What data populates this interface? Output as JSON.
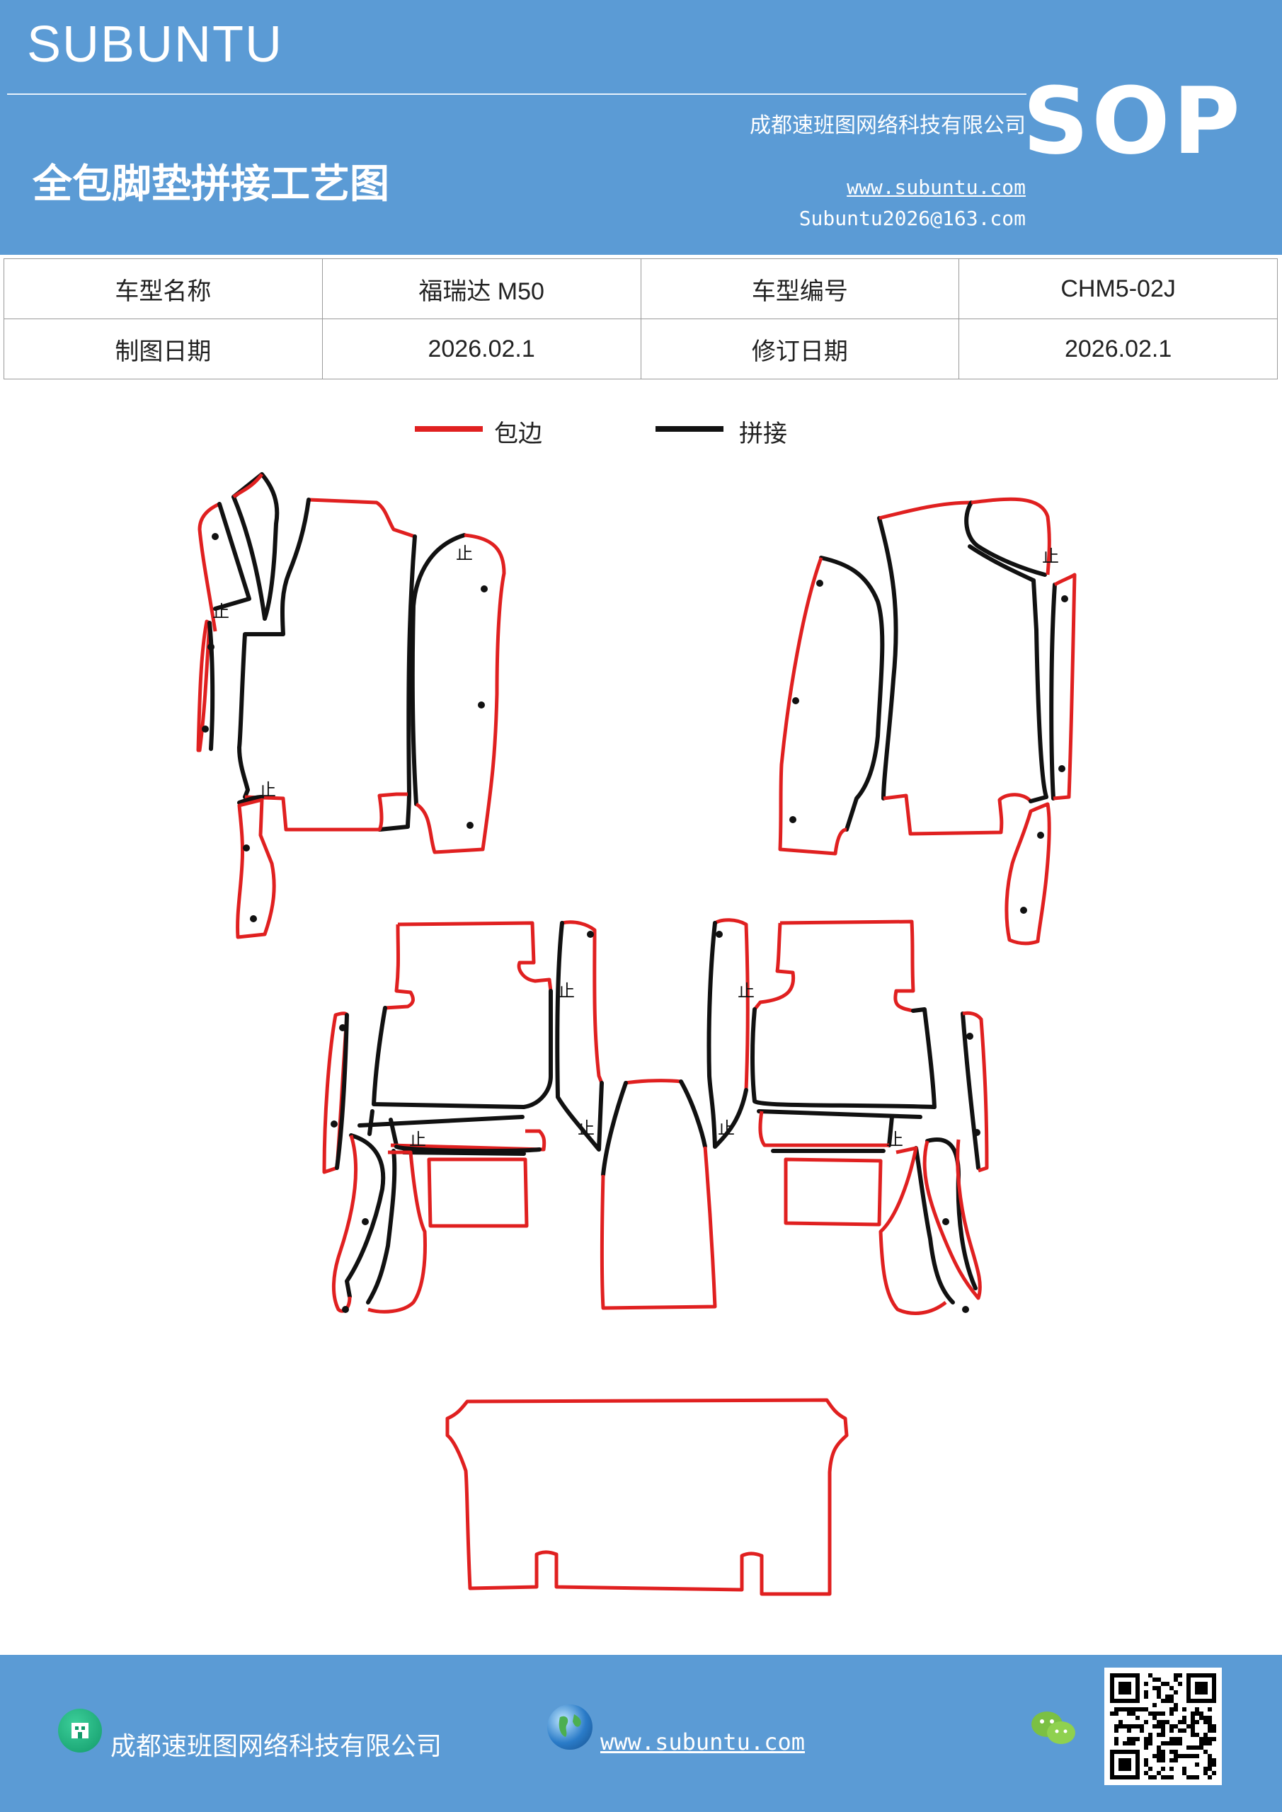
{
  "header": {
    "brand": "SUBUNTU",
    "company": "成都速班图网络科技有限公司",
    "title": "全包脚垫拼接工艺图",
    "website": "www.subuntu.com",
    "email": "Subuntu2026@163.com",
    "badge": "SOP",
    "background_color": "#5b9bd5"
  },
  "info": {
    "model_name_label": "车型名称",
    "model_name_value": "福瑞达 M50",
    "model_code_label": "车型编号",
    "model_code_value": "CHM5-02J",
    "draw_date_label": "制图日期",
    "draw_date_value": "2026.02.1",
    "revise_date_label": "修订日期",
    "revise_date_value": "2026.02.1"
  },
  "legend": {
    "items": [
      {
        "label": "包边",
        "color": "#e02020"
      },
      {
        "label": "拼接",
        "color": "#111111"
      }
    ]
  },
  "diagram": {
    "stop_mark": "止"
  },
  "footer": {
    "company": "成都速班图网络科技有限公司",
    "website": "www.subuntu.com",
    "icons": [
      "building-icon",
      "globe-icon",
      "wechat-icon",
      "qr-code"
    ]
  }
}
